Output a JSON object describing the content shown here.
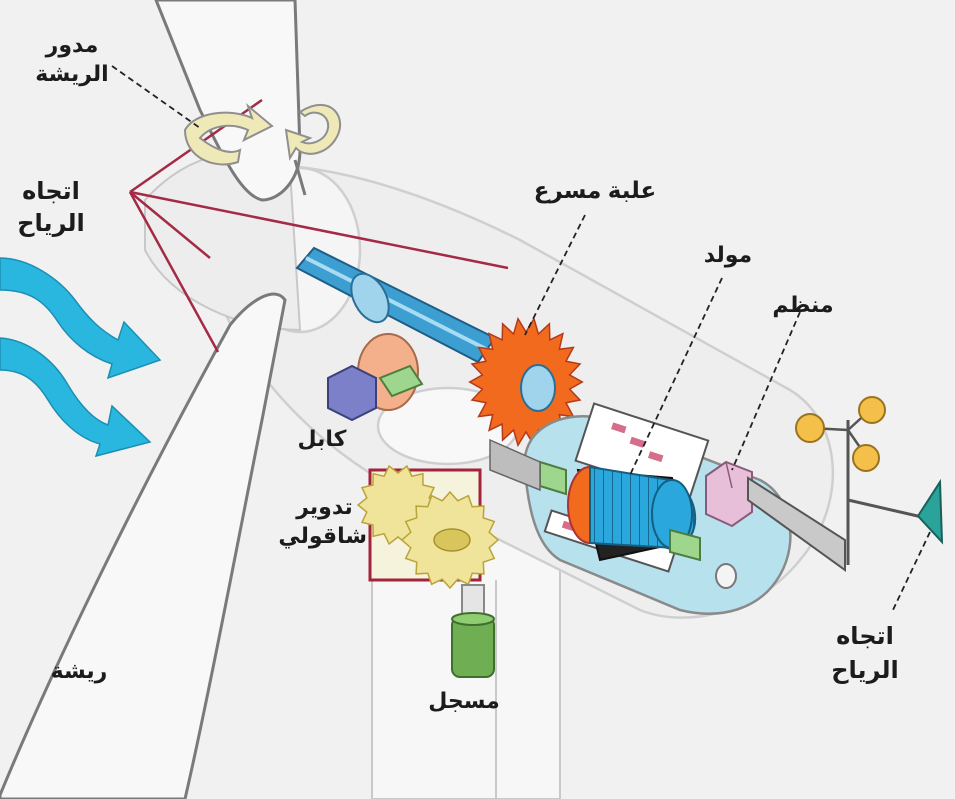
{
  "diagram": {
    "labels": {
      "blade_rotation": [
        "مدور",
        "الريشة"
      ],
      "wind_direction_left": [
        "اتجاه",
        "الرياح"
      ],
      "gearbox": "علبة مسرع",
      "generator": "مولد",
      "controller": "منظم",
      "cable": "كابل",
      "yaw": [
        "تدوير",
        "شاقولي"
      ],
      "blade": "ريشة",
      "recorder": "مسجل",
      "wind_direction_right": [
        "اتجاه",
        "الرياح"
      ]
    },
    "icons": {
      "wind_arrow": "wind-arrow-icon",
      "rotation_arrow": "curved-rotation-arrow-icon",
      "anemometer": "anemometer-icon",
      "wind_vane": "wind-vane-icon"
    },
    "colors": {
      "background": "#f1f1f1",
      "wind_arrows": "#29b6df",
      "shaft": "#3c9ed1",
      "gear": "#f26a1e",
      "gear_teeth_dark": "#d9362a",
      "generator_core": "#2aa7dc",
      "nacelle_fill": "#b8e1ee",
      "controller": "#e7bfd9",
      "yaw_gear": "#f0e39a",
      "yaw_frame": "#a3233a",
      "recorder": "#6fae52",
      "cable_box": "#7b80c8",
      "anemometer_cups": "#f4c04a",
      "wind_vane": "#2aa39a",
      "red_lines": "#a42a45"
    }
  }
}
